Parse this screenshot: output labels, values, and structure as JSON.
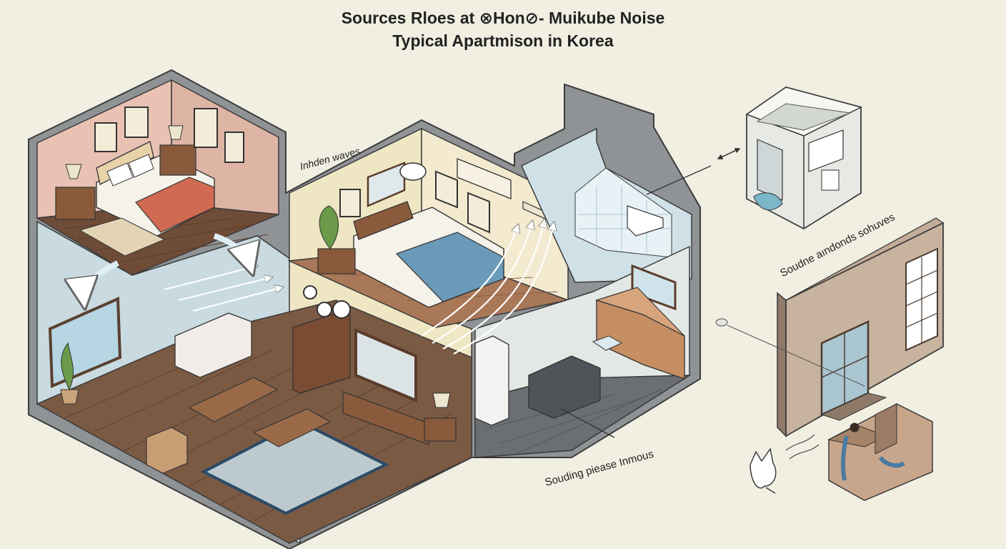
{
  "title": {
    "line1": "Sources Rloes at ⊗Hon⊘- Muikube Noise",
    "line2": "Typical Apartmison in Korea"
  },
  "labels": {
    "waves": "Inhden waves",
    "sound_side": "Soudne aındonds sohuves",
    "sound_bottom": "Souding piease Inmous"
  },
  "colors": {
    "background": "#f1efe2",
    "outline": "#3b3b3b",
    "wall_gray": "#8f9396",
    "floor_wood": "#7b5a44",
    "bedroom_wall": "#e9c2b3",
    "living_wall": "#c9dbe0",
    "bed_accent_red": "#d06a52",
    "bed_accent_blue": "#6a9ab8",
    "sound_wave": "#ffffff"
  }
}
